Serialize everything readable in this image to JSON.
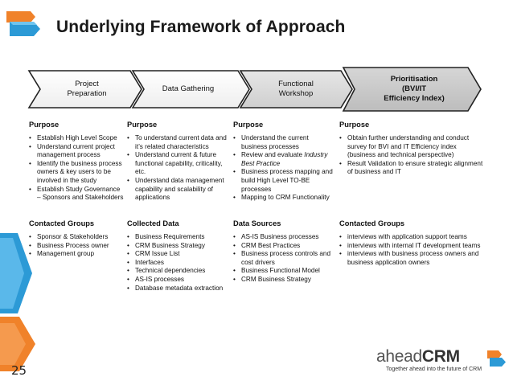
{
  "slide": {
    "title": "Underlying Framework of Approach",
    "page_number": "25"
  },
  "phases": [
    {
      "line1": "Project",
      "line2": "Preparation",
      "line3": ""
    },
    {
      "line1": "Data Gathering",
      "line2": "",
      "line3": ""
    },
    {
      "line1": "Functional",
      "line2": "Workshop",
      "line3": ""
    },
    {
      "line1": "Prioritisation",
      "line2": "(BVI/IT",
      "line3": "Efficiency Index)"
    }
  ],
  "phase_colors": [
    "#ffffff",
    "#ffffff",
    "#d9d9d9",
    "#c8c8c8"
  ],
  "columns": [
    {
      "section1_heading": "Purpose",
      "section1_items": [
        "Establish High Level Scope",
        "Understand current project management process",
        "Identify the business process owners & key users to be involved in the study",
        "Establish Study Governance – Sponsors and Stakeholders"
      ],
      "section2_heading": "Contacted Groups",
      "section2_items": [
        "Sponsor & Stakeholders",
        "Business Process owner",
        "Management group"
      ]
    },
    {
      "section1_heading": "Purpose",
      "section1_items": [
        "To understand current data and it’s related characteristics",
        "Understand current & future functional capability, criticality, etc.",
        "Understand data management capability and scalability of applications"
      ],
      "section2_heading": "Collected Data",
      "section2_items": [
        "Business Requirements",
        "CRM Business Strategy",
        "CRM Issue List",
        "Interfaces",
        "Technical dependencies",
        "AS-IS processes",
        "Database metadata extraction"
      ]
    },
    {
      "section1_heading": "Purpose",
      "section1_items": [
        "Understand the current business processes",
        "Review and evaluate Industry Best Practice",
        "Business process mapping and build High Level TO-BE processes",
        "Mapping to CRM Functionality"
      ],
      "section2_heading": "Data Sources",
      "section2_items": [
        "AS-IS Business processes",
        "CRM Best Practices",
        "Business process controls and cost drivers",
        "Business Functional Model",
        "CRM Business Strategy"
      ]
    },
    {
      "section1_heading": "Purpose",
      "section1_items": [
        "Obtain further understanding and conduct survey for BVI and IT Efficiency index (business and technical perspective)",
        "Result Validation to ensure strategic alignment of business and IT"
      ],
      "section2_heading": "Contacted Groups",
      "section2_items": [
        "interviews with application support teams",
        "interviews with internal IT development teams",
        "interviews with business process owners and business application owners"
      ]
    }
  ],
  "brand": {
    "name_light": "ahead",
    "name_bold": "CRM",
    "tagline": "Together ahead into the future of CRM"
  },
  "accent_colors": {
    "orange": "#f0822a",
    "blue": "#2c9ad6",
    "light_blue": "#6fc4ee"
  }
}
